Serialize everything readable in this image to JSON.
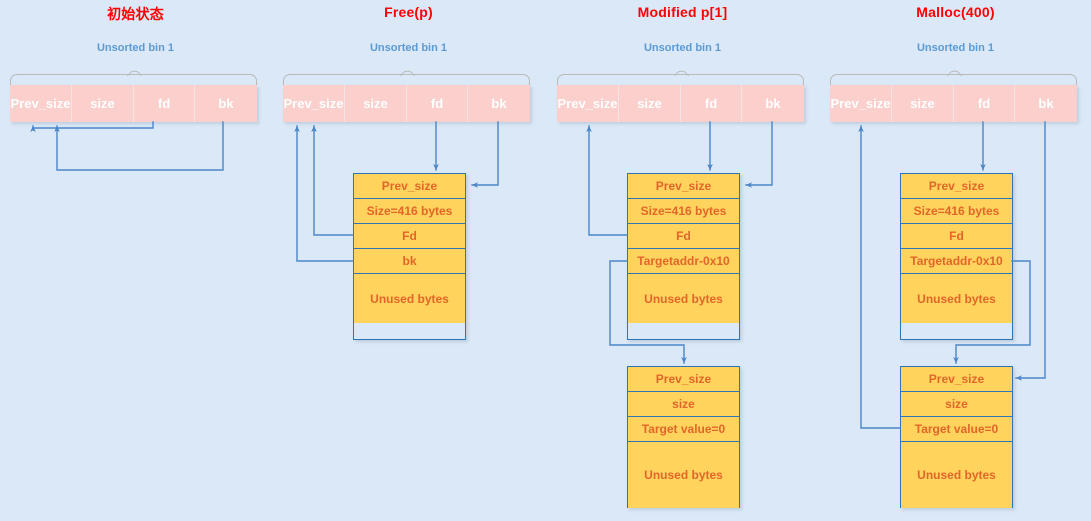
{
  "page": {
    "background": "#dbe8f7",
    "title_color": "#ff0000",
    "bin_label_color": "#5b9bd5",
    "header_cell_color": "#fbcfcc",
    "chunk_color": "#ffd35c",
    "chunk_border_color": "#2e75b6",
    "chunk_text_color": "#e2662a",
    "arrow_color": "#4a86c8"
  },
  "columns": [
    {
      "title": "初始状态",
      "bin_label": "Unsorted bin 1",
      "header_cells": [
        "Prev_size",
        "size",
        "fd",
        "bk"
      ],
      "chunks": []
    },
    {
      "title": "Free(p)",
      "bin_label": "Unsorted bin 1",
      "header_cells": [
        "Prev_size",
        "size",
        "fd",
        "bk"
      ],
      "chunks": [
        {
          "rows": [
            "Prev_size",
            "Size=416 bytes",
            "Fd",
            "bk",
            "Unused bytes"
          ]
        }
      ]
    },
    {
      "title": "Modified p[1]",
      "bin_label": "Unsorted bin 1",
      "header_cells": [
        "Prev_size",
        "size",
        "fd",
        "bk"
      ],
      "chunks": [
        {
          "rows": [
            "Prev_size",
            "Size=416 bytes",
            "Fd",
            "Targetaddr-0x10",
            "Unused bytes"
          ]
        },
        {
          "rows": [
            "Prev_size",
            "size",
            "Target value=0",
            "Unused bytes"
          ]
        }
      ]
    },
    {
      "title": "Malloc(400)",
      "bin_label": "Unsorted bin 1",
      "header_cells": [
        "Prev_size",
        "size",
        "fd",
        "bk"
      ],
      "chunks": [
        {
          "rows": [
            "Prev_size",
            "Size=416 bytes",
            "Fd",
            "Targetaddr-0x10",
            "Unused bytes"
          ]
        },
        {
          "rows": [
            "Prev_size",
            "size",
            "Target value=0",
            "Unused bytes"
          ]
        }
      ]
    }
  ]
}
